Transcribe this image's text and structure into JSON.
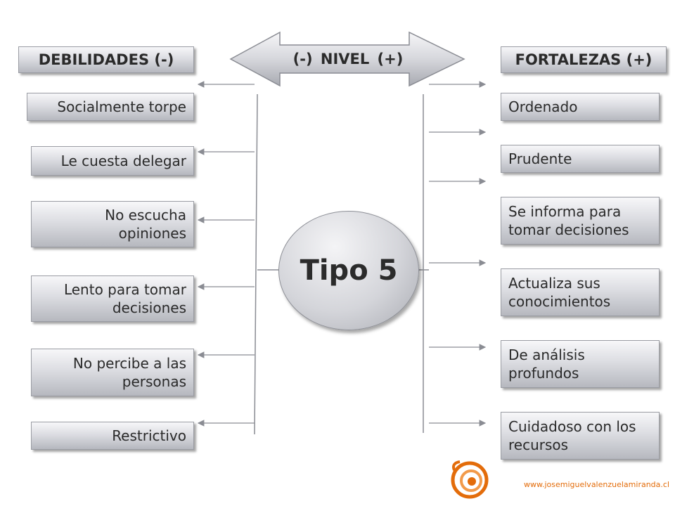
{
  "header": {
    "left": "DEBILIDADES (-)",
    "right": "FORTALEZAS (+)",
    "nivel": "(-)    NIVEL    (+)"
  },
  "center": {
    "label": "Tipo 5"
  },
  "debilidades": [
    "Socialmente torpe",
    "Le cuesta delegar",
    "No escucha opiniones",
    "Lento para tomar decisiones",
    "No percibe a las personas",
    "Restrictivo"
  ],
  "fortalezas": [
    "Ordenado",
    "Prudente",
    "Se informa para tomar decisiones",
    "Actualiza sus conocimientos",
    "De análisis profundos",
    "Cuidadoso con los recursos"
  ],
  "footer": {
    "url": "www.josemiguelvalenzuelamiranda.cl"
  },
  "colors": {
    "box_top": "#f7f7f9",
    "box_bottom": "#b6b8bf",
    "line": "#8a8c93",
    "footer_accent": "#e36c0a"
  }
}
